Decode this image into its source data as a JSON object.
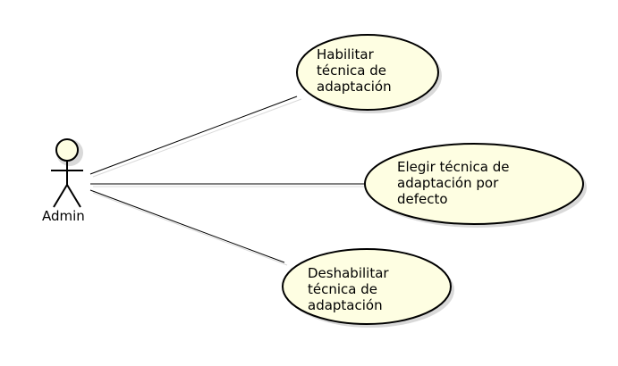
{
  "diagram": {
    "type": "use-case",
    "colors": {
      "fill": "#fefee2",
      "stroke": "#000000",
      "shadow": "#d9d9d9",
      "background": "#ffffff"
    },
    "actor": {
      "name": "Admin",
      "icon": "stick-figure-icon"
    },
    "use_cases": [
      {
        "id": "uc1",
        "lines": [
          "Habilitar",
          "técnica de",
          "adaptación"
        ]
      },
      {
        "id": "uc2",
        "lines": [
          "Elegir técnica de",
          "adaptación por",
          "defecto"
        ]
      },
      {
        "id": "uc3",
        "lines": [
          "Deshabilitar",
          "técnica de",
          "adaptación"
        ]
      }
    ],
    "associations": [
      {
        "from": "Admin",
        "to": "uc1"
      },
      {
        "from": "Admin",
        "to": "uc2"
      },
      {
        "from": "Admin",
        "to": "uc3"
      }
    ]
  }
}
